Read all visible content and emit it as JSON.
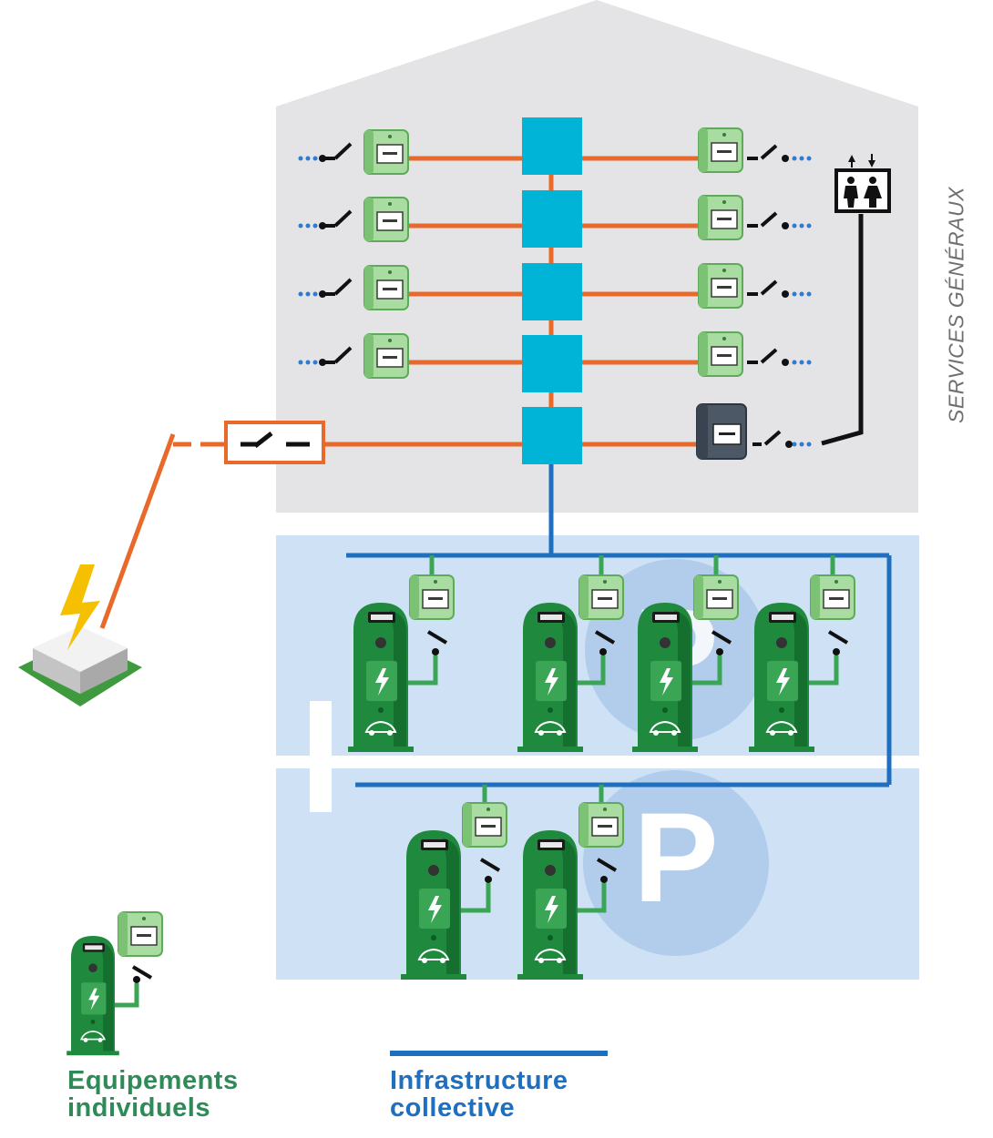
{
  "services_label": "SERVICES GÉNÉRAUX",
  "legend": {
    "individual_line1": "Equipements",
    "individual_line2": "individuels",
    "collective_line1": "Infrastructure",
    "collective_line2": "collective"
  },
  "parking_letter": "P",
  "colors": {
    "orange_line": "#e8692a",
    "blue_line": "#1e6fbf",
    "junction_box": "#00b4d8",
    "meter_green": "#9fd79a",
    "charger_green": "#1f8a3d",
    "legend_green": "#2e8b57",
    "legend_blue": "#1e6fbf",
    "house_gray": "#e3e3e5",
    "parking_blue": "#cfe2f5"
  },
  "icons": [
    "switch-icon",
    "meter-icon",
    "junction-box-icon",
    "elevator-icon",
    "lightning-icon",
    "substation-icon",
    "ev-charger-icon",
    "parking-p-icon"
  ]
}
